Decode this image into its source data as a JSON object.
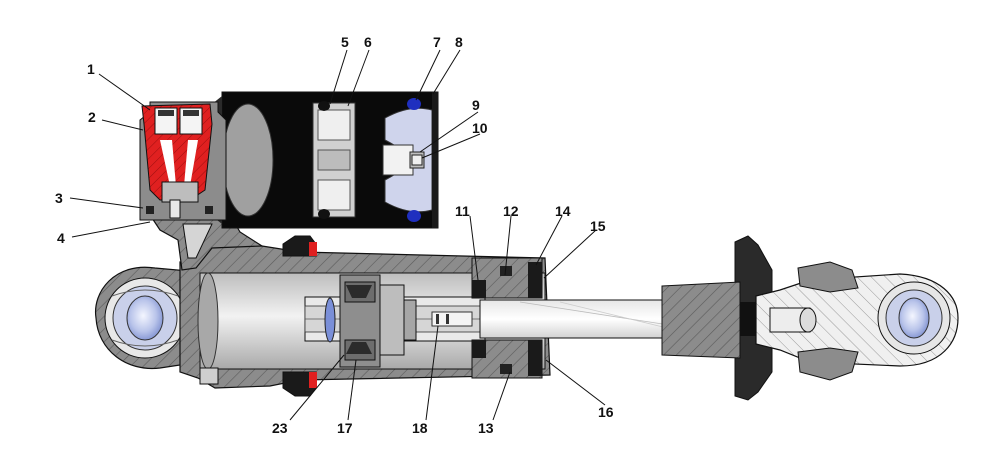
{
  "labels": [
    "1",
    "2",
    "3",
    "4",
    "5",
    "6",
    "7",
    "8",
    "9",
    "10",
    "11",
    "12",
    "13",
    "14",
    "15",
    "16",
    "17",
    "18",
    "23"
  ],
  "colors": {
    "background": "#ffffff",
    "body_gray": "#8c8c8c",
    "reservoir_black": "#0a0a0a",
    "valve_red": "#e02020",
    "seal_blue": "#1f2fbf",
    "piston_blue": "#7a8fd8",
    "cylinder_light": "#d8d8d8",
    "rod_white": "#f4f4f4",
    "outline": "#111111"
  }
}
